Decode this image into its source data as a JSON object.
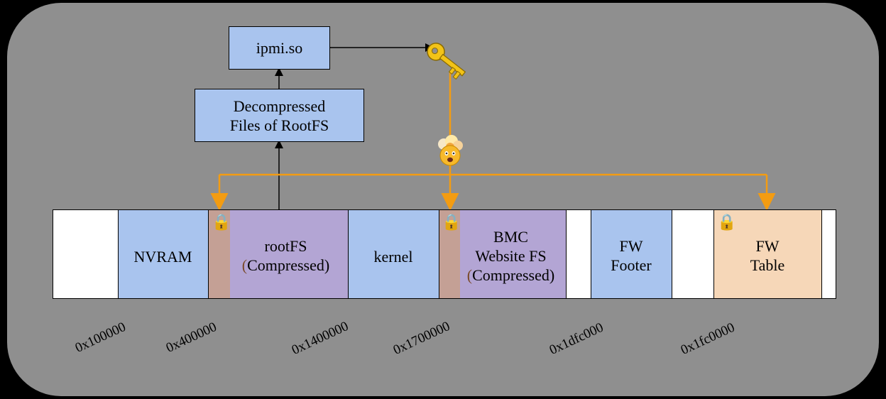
{
  "top_boxes": {
    "ipmi": "ipmi.so",
    "decompressed_line1": "Decompressed",
    "decompressed_line2": "Files of RootFS"
  },
  "segments": {
    "nvram": "NVRAM",
    "rootfs_line1": "rootFS",
    "rootfs_paren_open": "(",
    "rootfs_line2": "Compressed)",
    "kernel": "kernel",
    "bmc_line1": "BMC",
    "bmc_line2": "Website FS",
    "bmc_paren_open": "(",
    "bmc_line3": "Compressed)",
    "fw_footer_line1": "FW",
    "fw_footer_line2": "Footer",
    "fw_table_line1": "FW",
    "fw_table_line2": "Table"
  },
  "addresses": [
    "0x100000",
    "0x400000",
    "0x1400000",
    "0x1700000",
    "0x1dfc000",
    "0x1fc0000"
  ],
  "icons": {
    "key": "key-icon",
    "exploding_head": "exploding-head-icon",
    "lock": "lock-icon"
  },
  "colors": {
    "background_panel": "#8f8f8f",
    "blue_box": "#a9c4ee",
    "purple_box": "#b3a5d4",
    "tan_header": "#c4a095",
    "peach_box": "#f6d7b8",
    "orange_arrow": "#f39c12"
  }
}
